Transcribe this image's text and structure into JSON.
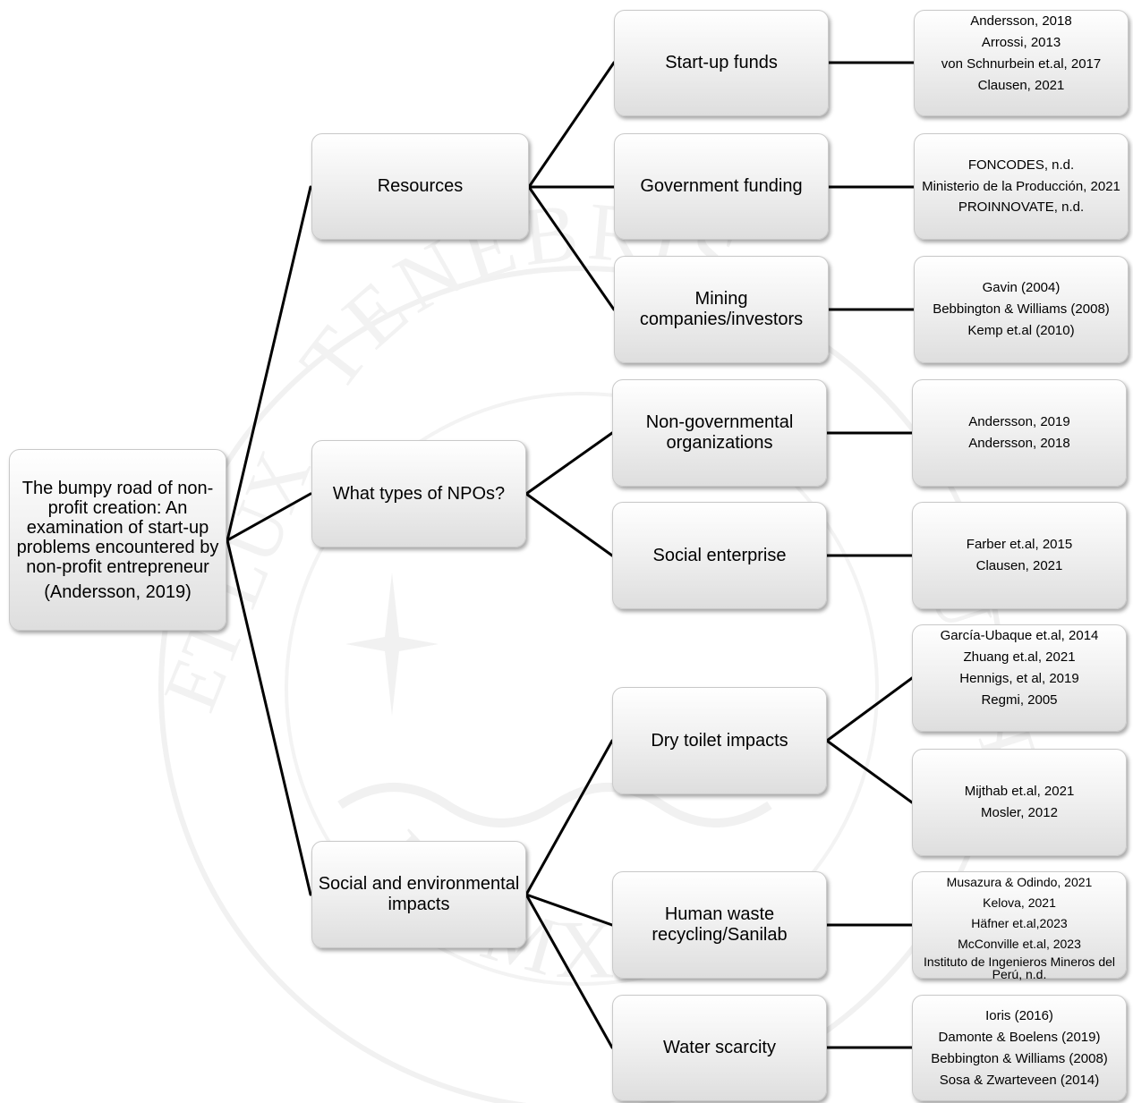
{
  "root": {
    "title": "The bumpy road of non-profit creation: An examination of start-up problems encountered by non-profit entrepreneur",
    "citation": "(Andersson, 2019)"
  },
  "categories": [
    {
      "label": "Resources"
    },
    {
      "label": "What types of NPOs?"
    },
    {
      "label": "Social and environmental impacts"
    }
  ],
  "subtopics": [
    {
      "label": "Start-up funds"
    },
    {
      "label": "Government funding"
    },
    {
      "label": "Mining companies/investors"
    },
    {
      "label": "Non-governmental organizations"
    },
    {
      "label": "Social enterprise"
    },
    {
      "label": "Dry toilet impacts"
    },
    {
      "label": "Human waste recycling/Sanilab"
    },
    {
      "label": "Water scarcity"
    }
  ],
  "references": [
    {
      "lines": [
        "Andersson, 2018",
        "Arrossi, 2013",
        "von Schnurbein et.al, 2017",
        "Clausen, 2021"
      ]
    },
    {
      "lines": [
        "FONCODES, n.d.",
        "Ministerio de la Producción, 2021",
        "PROINNOVATE, n.d."
      ]
    },
    {
      "lines": [
        "Gavin (2004)",
        "Bebbington & Williams (2008)",
        "Kemp et.al (2010)"
      ]
    },
    {
      "lines": [
        "Andersson, 2019",
        "Andersson, 2018"
      ]
    },
    {
      "lines": [
        "Farber et.al, 2015",
        "Clausen, 2021"
      ]
    },
    {
      "lines": [
        "García-Ubaque et.al, 2014",
        "Zhuang et.al, 2021",
        "Hennigs, et al, 2019",
        "Regmi, 2005"
      ]
    },
    {
      "lines": [
        "Mijthab et.al, 2021",
        "Mosler, 2012"
      ]
    },
    {
      "lines": [
        "Musazura & Odindo, 2021",
        "Kelova, 2021",
        "Häfner et.al,2023",
        "McConville et.al, 2023",
        "Instituto de Ingenieros Mineros del Perú, n.d."
      ]
    },
    {
      "lines": [
        "Ioris (2016)",
        "Damonte & Boelens (2019)",
        "Bebbington & Williams (2008)",
        "Sosa & Zwarteveen (2014)"
      ]
    }
  ],
  "watermark": {
    "top_text": "TENEBRIS",
    "left_text": "ET LUX",
    "right_text": "LUCET",
    "bottom_text": "MCMXVII"
  }
}
